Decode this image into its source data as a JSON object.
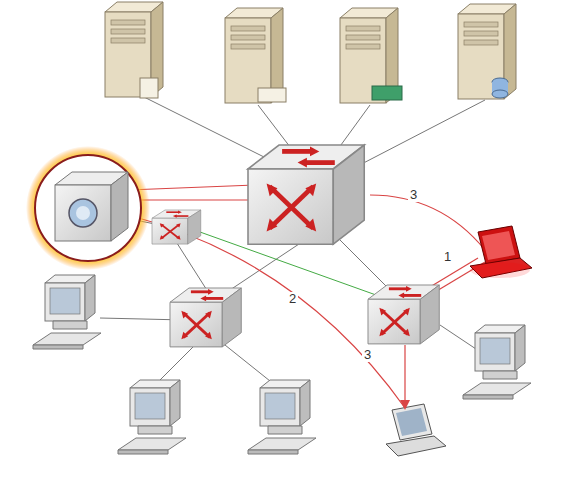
{
  "diagram": {
    "labels": [
      "3",
      "1",
      "2",
      "3"
    ]
  }
}
